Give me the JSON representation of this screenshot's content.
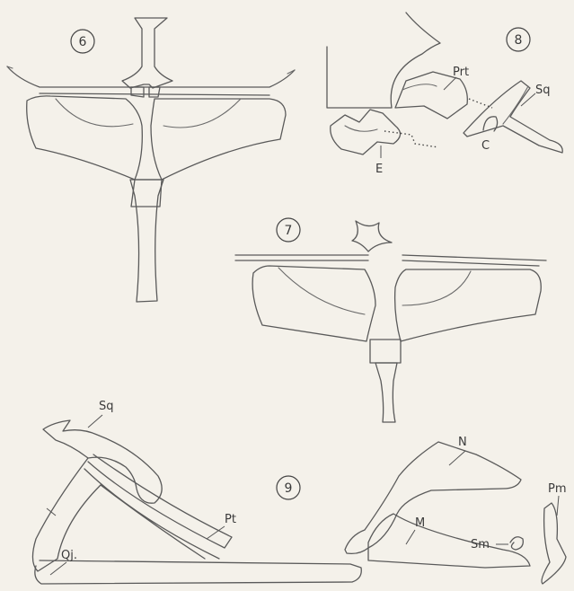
{
  "figures": {
    "fig6": {
      "number": "6"
    },
    "fig7": {
      "number": "7"
    },
    "fig8": {
      "number": "8",
      "labels": {
        "prt": "Prt",
        "sq": "Sq",
        "c": "C",
        "e": "E"
      }
    },
    "fig9": {
      "number": "9",
      "labels": {
        "sq": "Sq",
        "pt": "Pt",
        "qj": "Qj.",
        "n": "N",
        "m": "M",
        "sm": "Sm",
        "pm": "Pm"
      }
    }
  }
}
